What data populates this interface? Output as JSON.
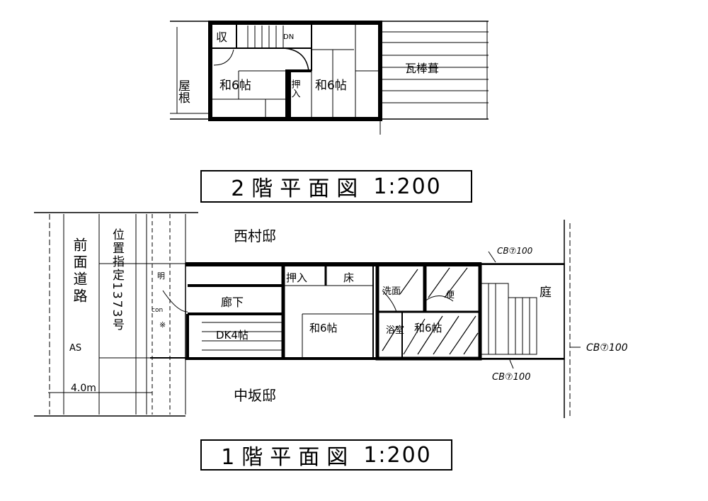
{
  "floor2": {
    "title": "2階平面図",
    "scale": "1:200",
    "labels": {
      "storage": "収",
      "down": "DN",
      "roof": "屋根",
      "room_left": "和6帖",
      "closet": "押入",
      "room_right": "和6帖",
      "roof_material": "瓦棒葺"
    }
  },
  "floor1": {
    "title": "1階平面図",
    "scale": "1:200",
    "labels": {
      "front_road": "前面道路",
      "road_code": "AS",
      "road_width": "4.0m",
      "designated_road": "位置指定1373号",
      "neighbor_north": "西村邸",
      "neighbor_south": "中坂邸",
      "closet": "押入",
      "alcove": "床",
      "corridor": "廊下",
      "dk": "DK4帖",
      "room_mid": "和6帖",
      "room_hatched": "和6帖",
      "washroom": "洗面",
      "bath": "浴室",
      "toilet": "便",
      "garden": "庭",
      "entrance_mark": "明",
      "con_mark": "con",
      "meter_mark": "※",
      "cb_top": "CB⑦100",
      "cb_right": "CB⑦100",
      "cb_bottom": "CB⑦100"
    }
  }
}
